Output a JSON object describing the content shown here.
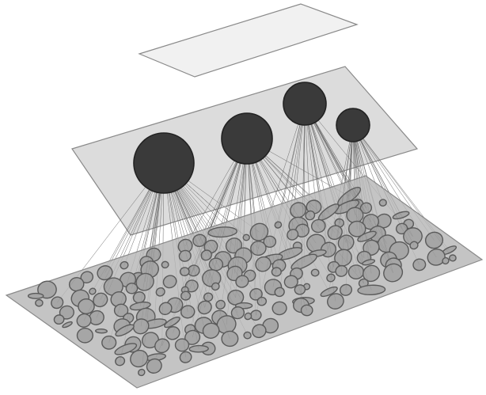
{
  "colors": {
    "background": "#ffffff",
    "top_plane_fill": "#f1f1f1",
    "middle_plane_fill": "#dcdcdc",
    "bottom_plane_fill": "#c4c4c4",
    "plane_edge": "#8a8a8a",
    "hub_fill": "#3a3a3a",
    "hub_edge": "#222222",
    "cell_fill": "#a6a6a6",
    "cell_edge": "#5a5a5a",
    "link_stroke": "#6f6f6f"
  },
  "layers": [
    "top-plane",
    "middle-plane",
    "bottom-plane"
  ],
  "hub_count": 4
}
